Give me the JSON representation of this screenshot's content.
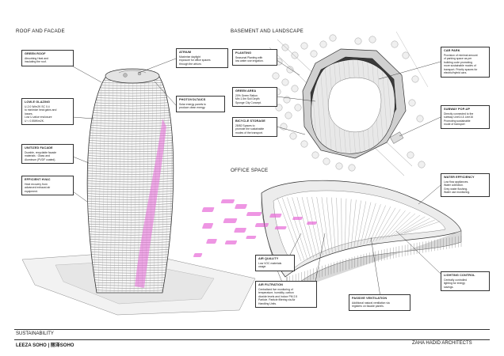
{
  "sections": {
    "roof_facade": "ROOF AND FACADE",
    "basement_landscape": "BASEMENT AND LANDSCAPE",
    "office_space": "OFFICE SPACE"
  },
  "callouts": {
    "green_roof": {
      "title": "GREEN ROOF",
      "text": "Absorbing Heat and\ninsulating the roof."
    },
    "low_e": {
      "title": "LOW-E GLAZING",
      "text": "U-2.0 W/m2K SC 0.4\nto minimize heat gains and\nlosses.\nLow U-value enclosure\nU < 0.55W/m2K."
    },
    "unitized": {
      "title": "UNITIZED FACADE",
      "text": "Durable, recyclable facade\nmaterials : Glass and\nAluminum (PVDF coated)."
    },
    "hvac": {
      "title": "EFFICIENT HVAC",
      "text": "Heat recovery from\nadvanced exhaust air\nequipment."
    },
    "atrium": {
      "title": "ATRIUM",
      "text": "Maximise daylight\nexposure for office spaces\nthrough the atrium."
    },
    "pv": {
      "title": "PHOTOVOLTAICS",
      "text": "Solar energy panels to\nproduce clean energy."
    },
    "planting": {
      "title": "PLANTING",
      "text": "Seasonal Planting with\nlow water use irrigation."
    },
    "green_area": {
      "title": "GREEN AREA",
      "text": "20% Green Ration\nMin 1.5m Soil Depth\nSponge City Concept."
    },
    "bicycle": {
      "title": "BICYCLE STORAGE",
      "text": "28/82 Spaces to\npromote the sustainable\nmodes of the transport."
    },
    "car_park": {
      "title": "CAR PARK",
      "text": "Provision of minimal amount\nof parking space as per\nbuilding code promoting\nmore sustainable modes of\ntransport. Priority spaces for\nelectric/hybrid cars."
    },
    "subway": {
      "title": "SUBWAY POP-UP",
      "text": "Directly connected to the\nsubway Line14 & Line16\nPromoting sustainable\nmode of transport"
    },
    "water": {
      "title": "WATER EFFICIENCY",
      "text": "Low flow appliances.\nWater collection.\nGrey water flushing.\nWater use monitoring."
    },
    "air_quality": {
      "title": "AIR QUALITY",
      "text": "Low VOC materials\nusage."
    },
    "air_filtration": {
      "title": "AIR FILTRATION",
      "text": "Centralised live monitoring of\ntemperature, humidity, carbon\ndioxide levels and Indoor PM 2.5\nParticle. Particle filtering via Air\nHandling Units."
    },
    "passive": {
      "title": "PASSIVE VENTILATION",
      "text": "Additional natural ventilation via\nregisters on facade panels."
    },
    "lighting": {
      "title": "LIGHTING CONTROL",
      "text": "Centrally controlled\nlighting for energy\nsavings."
    }
  },
  "footer": {
    "label": "SUSTAINABILITY",
    "project": "LEEZA SOHO | 丽泽SOHO",
    "firm": "ZAHA HADID ARCHITECTS"
  },
  "colors": {
    "accent": "#e040c8",
    "line": "#333333",
    "ground": "#d8d8d8"
  }
}
